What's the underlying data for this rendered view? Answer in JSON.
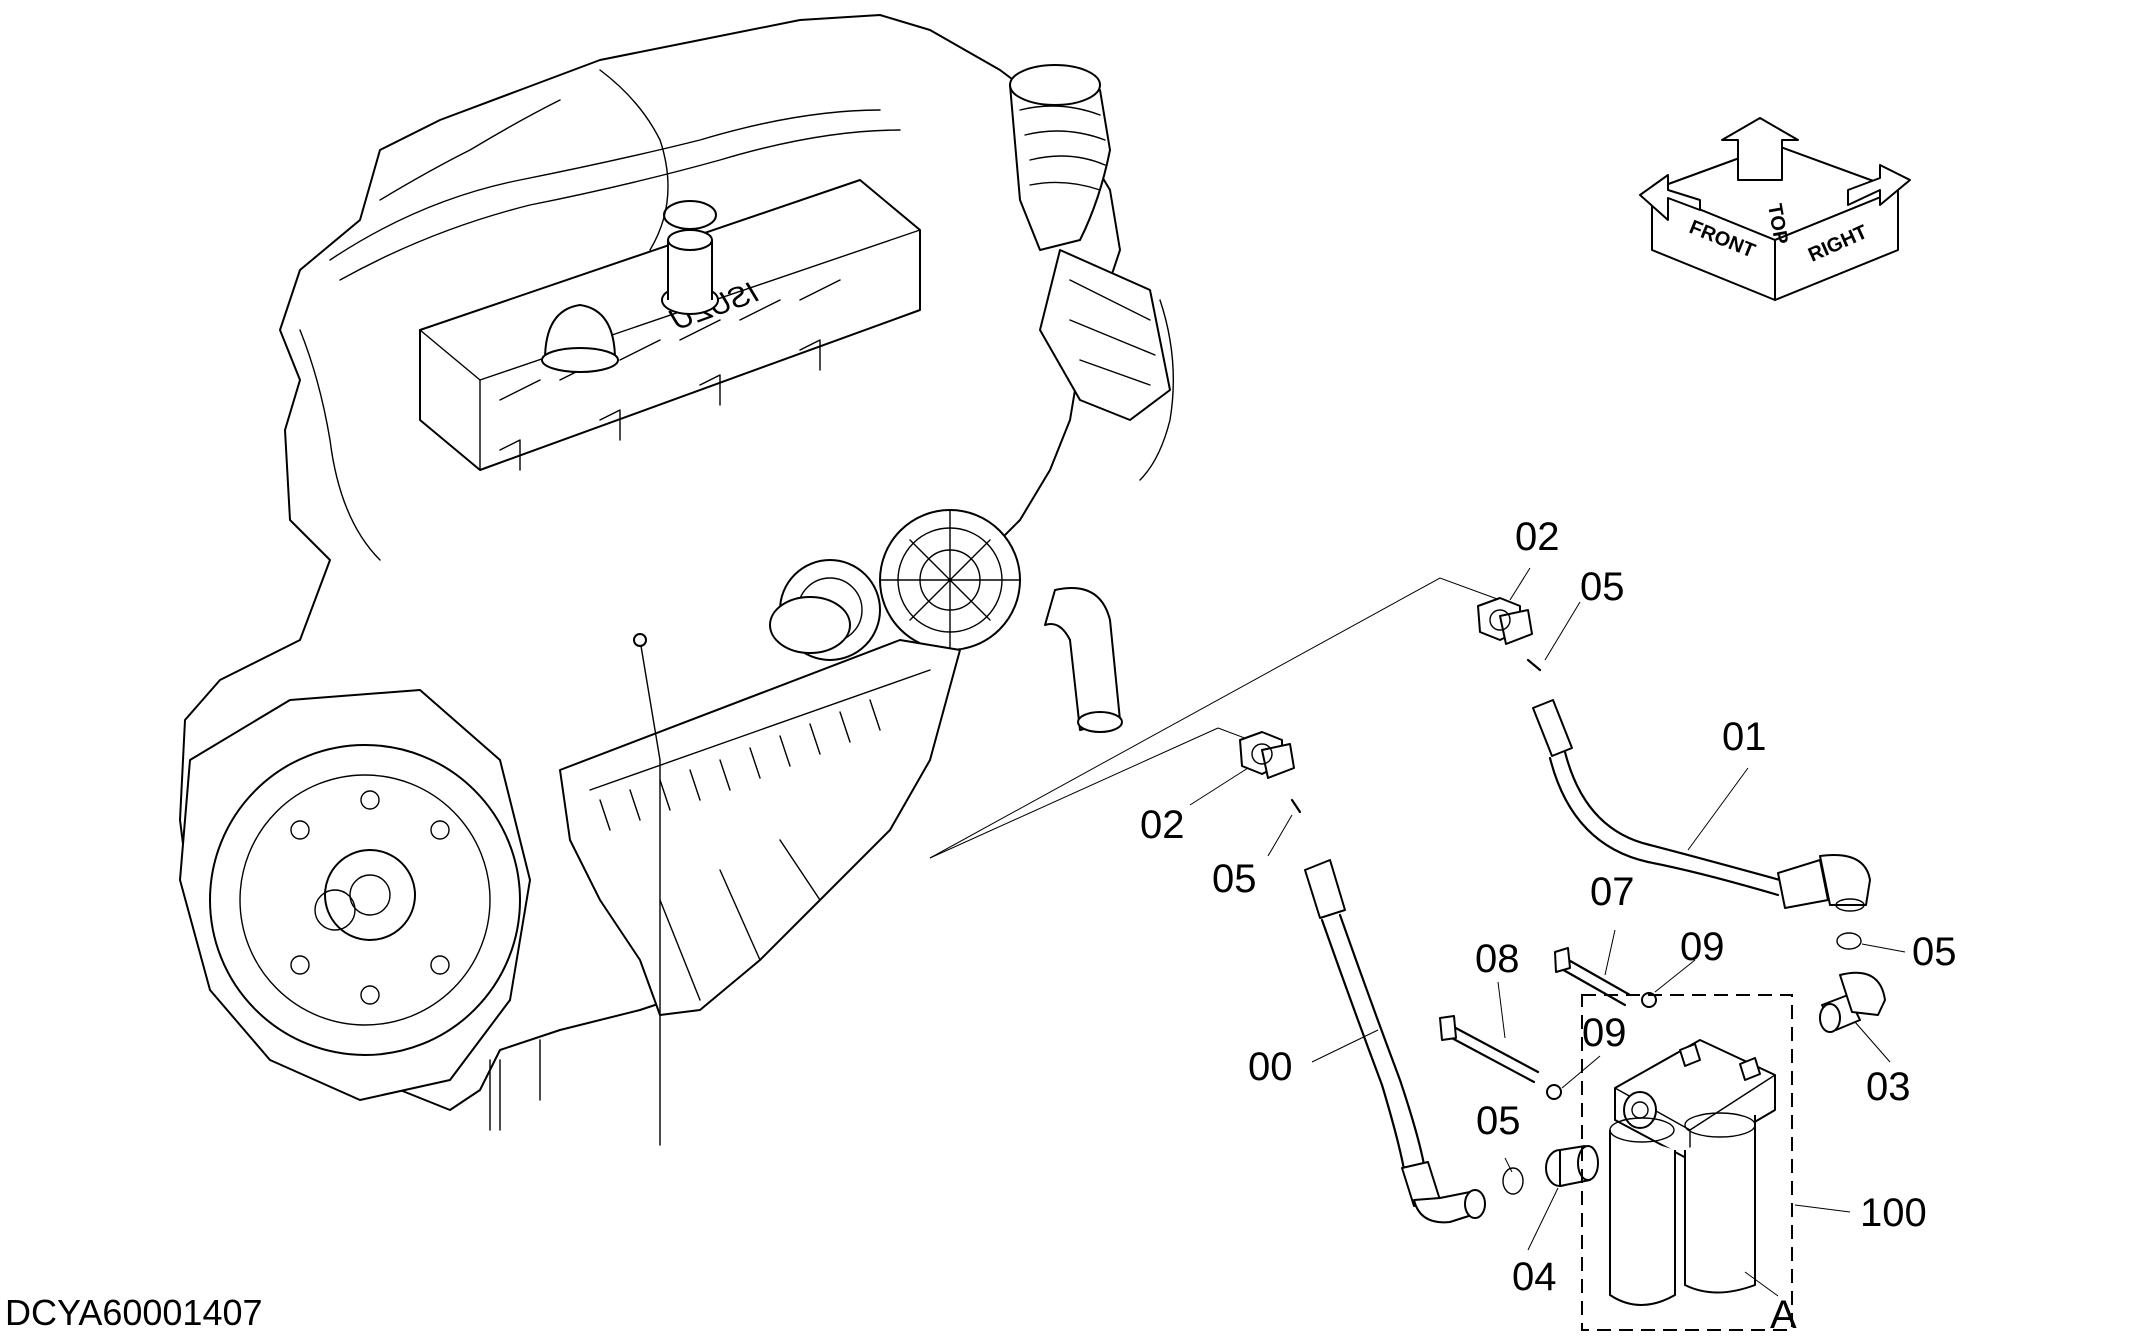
{
  "drawing_id": "DCYA60001407",
  "engine": {
    "brand_mark": "ISUZU"
  },
  "orientation": {
    "front": "FRONT",
    "top": "TOP",
    "right": "RIGHT"
  },
  "callouts": [
    {
      "id": "c-02-upper",
      "text": "02"
    },
    {
      "id": "c-05-upper",
      "text": "05"
    },
    {
      "id": "c-01",
      "text": "01"
    },
    {
      "id": "c-02-lower",
      "text": "02"
    },
    {
      "id": "c-05-lower",
      "text": "05"
    },
    {
      "id": "c-07",
      "text": "07"
    },
    {
      "id": "c-09-upper",
      "text": "09"
    },
    {
      "id": "c-05-right",
      "text": "05"
    },
    {
      "id": "c-08",
      "text": "08"
    },
    {
      "id": "c-09-lower",
      "text": "09"
    },
    {
      "id": "c-03",
      "text": "03"
    },
    {
      "id": "c-00",
      "text": "00"
    },
    {
      "id": "c-05-bottom",
      "text": "05"
    },
    {
      "id": "c-100",
      "text": "100"
    },
    {
      "id": "c-04",
      "text": "04"
    },
    {
      "id": "c-A",
      "text": "A"
    }
  ]
}
